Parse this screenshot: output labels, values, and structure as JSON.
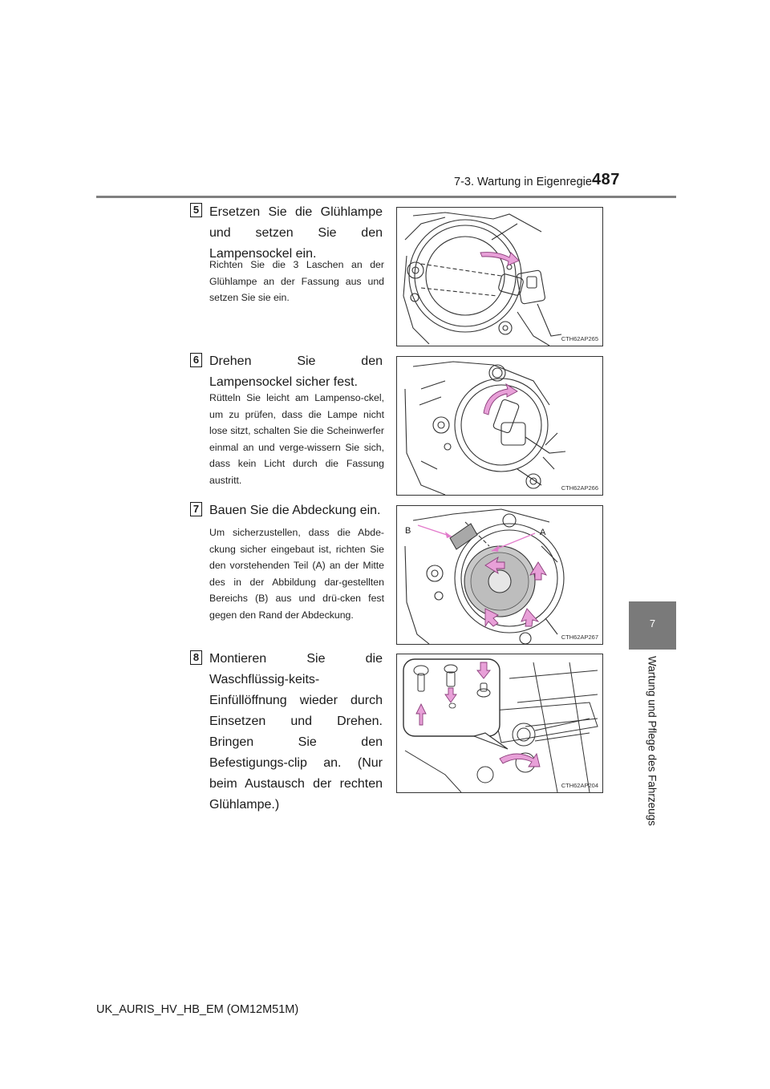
{
  "header": {
    "section": "7-3. Wartung in Eigenregie",
    "page_number": "487"
  },
  "side_tab": {
    "chapter_number": "7",
    "chapter_title": "Wartung und Pflege des Fahrzeugs"
  },
  "steps": [
    {
      "number": "5",
      "title": "Ersetzen Sie die Glühlampe und setzen Sie den Lampensockel ein.",
      "body": "Richten Sie die 3 Laschen an der Glühlampe an der Fassung aus und setzen Sie sie ein.",
      "figure_code": "CTH62AP265"
    },
    {
      "number": "6",
      "title": "Drehen Sie den Lampensockel sicher fest.",
      "body": "Rütteln Sie leicht am Lampenso-ckel, um zu prüfen, dass die Lampe nicht lose sitzt, schalten Sie die Scheinwerfer einmal an und verge-wissern Sie sich, dass kein Licht durch die Fassung austritt.",
      "figure_code": "CTH62AP266"
    },
    {
      "number": "7",
      "title": "Bauen Sie die Abdeckung ein.",
      "body": "Um sicherzustellen, dass die Abde-ckung sicher eingebaut ist, richten Sie den vorstehenden Teil (A) an der Mitte des in der Abbildung dar-gestellten Bereichs (B) aus und drü-cken fest gegen den Rand der Abdeckung.",
      "figure_code": "CTH62AP267",
      "figure_labels": {
        "a": "A",
        "b": "B"
      }
    },
    {
      "number": "8",
      "title": "Montieren Sie die Waschflüssig-keits-Einfüllöffnung wieder durch Einsetzen und Drehen. Bringen Sie den Befestigungs-clip an. (Nur beim Austausch der rechten Glühlampe.)",
      "body": "",
      "figure_code": "CTH62AP204"
    }
  ],
  "footer": {
    "document_id": "UK_AURIS_HV_HB_EM (OM12M51M)"
  },
  "colors": {
    "arrow_accent": "#e8a0d8",
    "arrow_stroke": "#8a3d7a",
    "tab_gray": "#7a7a7a",
    "rule_gray": "#808080"
  }
}
